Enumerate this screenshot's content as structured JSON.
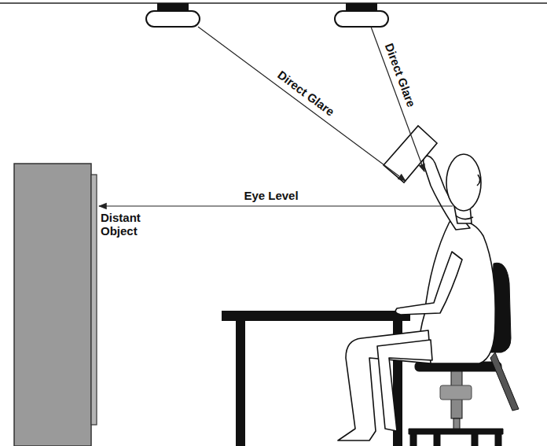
{
  "diagram": {
    "labels": [
      "Direct Glare",
      "Direct Glare",
      "Eye Level",
      "Distant Object"
    ]
  }
}
